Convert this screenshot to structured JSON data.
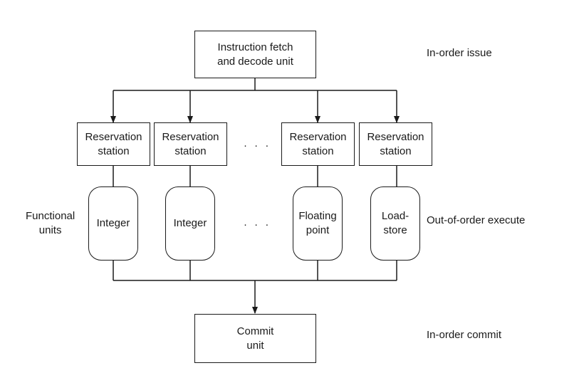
{
  "fetch_unit": {
    "label": "Instruction fetch\nand decode unit"
  },
  "reservation_stations": [
    {
      "label": "Reservation\nstation"
    },
    {
      "label": "Reservation\nstation"
    },
    {
      "label": "Reservation\nstation"
    },
    {
      "label": "Reservation\nstation"
    }
  ],
  "functional_units": [
    {
      "label": "Integer"
    },
    {
      "label": "Integer"
    },
    {
      "label": "Floating\npoint"
    },
    {
      "label": "Load-\nstore"
    }
  ],
  "commit_unit": {
    "label": "Commit\nunit"
  },
  "ellipsis": "· · ·",
  "side_labels": {
    "functional_units": "Functional\nunits",
    "in_order_issue": "In-order issue",
    "out_of_order_execute": "Out-of-order execute",
    "in_order_commit": "In-order commit"
  }
}
